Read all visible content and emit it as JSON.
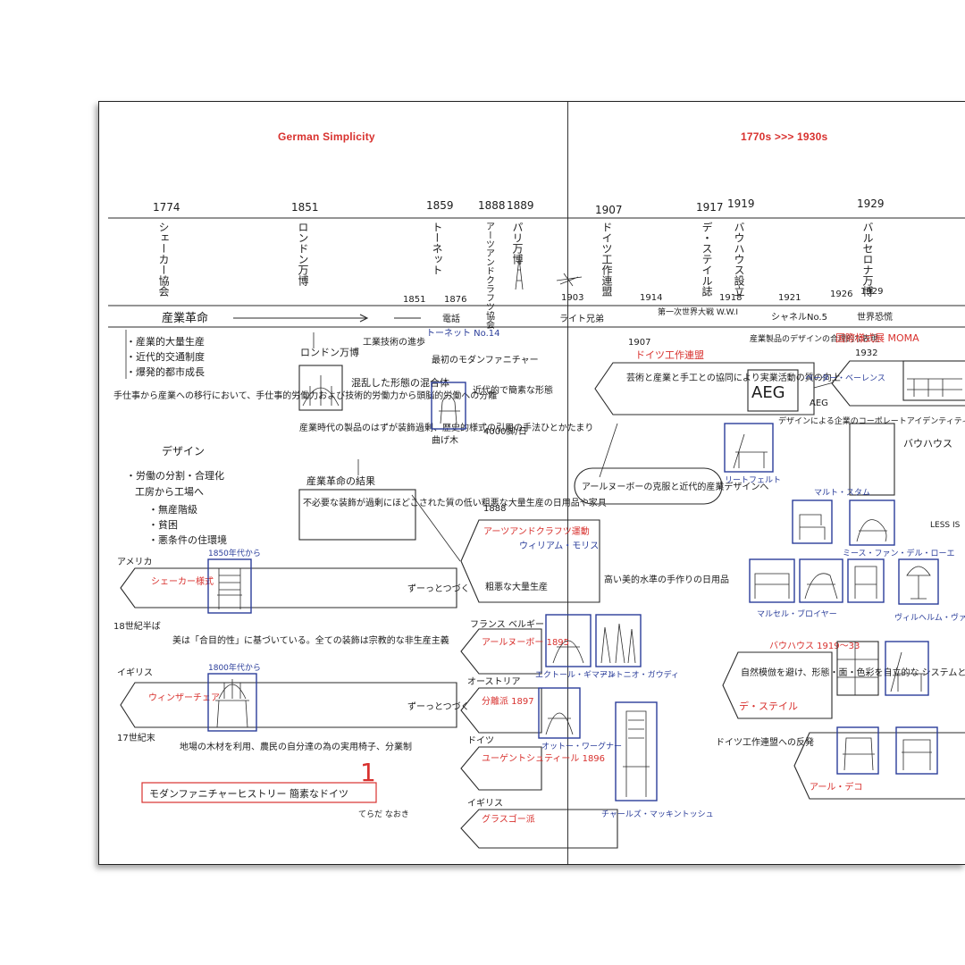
{
  "headings": {
    "left": "German Simplicity",
    "right": "1770s >>> 1930s",
    "color": "#d8312e"
  },
  "timeline_top": [
    {
      "year": "1774",
      "label": "シェーカー協会"
    },
    {
      "year": "1851",
      "label": "ロンドン万博"
    },
    {
      "year": "1859",
      "label": "トーネット"
    },
    {
      "year": "1888",
      "label": "アーツアンドクラフツ協会"
    },
    {
      "year": "1889",
      "label": "パリ万博"
    },
    {
      "year": "1907",
      "label": "ドイツ工作連盟"
    },
    {
      "year": "1917",
      "label": "デ・ステイル誌"
    },
    {
      "year": "1919",
      "label": "バウハウス設立"
    },
    {
      "year": "1929",
      "label": "バルセロナ万博"
    }
  ],
  "timeline_bottom": [
    {
      "year": "1851",
      "label": ""
    },
    {
      "year": "1876",
      "label": "電話"
    },
    {
      "year": "1903",
      "label": "ライト兄弟"
    },
    {
      "year": "1914",
      "label": "第一次世界大戦 W.W.I"
    },
    {
      "year": "1918",
      "label": ""
    },
    {
      "year": "1921",
      "label": "シャネルNo.5"
    },
    {
      "year": "1926",
      "label": ""
    },
    {
      "year": "1929",
      "label": "世界恐慌"
    }
  ],
  "notes": {
    "industrial_revolution": "産業革命",
    "bullets": [
      "・産業的大量生産",
      "・近代的交通制度",
      "・爆発的都市成長"
    ],
    "handwork": "手仕事から産業への移行において、手仕事的労働力および技術的労働力から頭脳的労働への分離",
    "design": "デザイン",
    "labor": "・労働の分割・合理化",
    "factory": "工房から工場へ",
    "poverty": [
      "・無産階級",
      "・貧困",
      "・悪条件の住環境"
    ],
    "london_expo": "ロンドン万博",
    "london_desc": "工業技術の進歩",
    "confused": "混乱した形態の混合体",
    "decoration": "産業時代の製品のはずが装飾過剰、歴史的様式の引用の手法ひとかたまり",
    "ir_result": "産業革命の結果",
    "ir_result_desc": "不必要な装飾が過剰にほどこされた質の低い粗悪な大量生産の日用品や家具",
    "thonet_title": "トーネット No.14",
    "thonet_sub": "最初のモダンファニチャー",
    "thonet_desc": "近代的で簡素な形態",
    "thonet_count": "4000脚/日",
    "bent_wood": "曲げ木",
    "aalto_bubble": "アールヌーボーの克服と近代的産業デザインへ",
    "werkbund": "ドイツ工作連盟",
    "werkbund_desc": "芸術と産業と手工との協同により実業活動の質の向上",
    "arts_crafts": "アーツアンドクラフツ運動",
    "morris": "ウィリアム・モリス",
    "morris_desc": "粗悪な大量生産",
    "high_quality": "高い美的水準の手作りの日用品",
    "shaker_chair": "シェーカー様式",
    "windsor": "ウィンザーチェア",
    "america": "アメリカ",
    "england": "イギリス",
    "continues1": "ずーっとつづく",
    "continues2": "ずーっとつづく",
    "c18": "18世紀半ば",
    "c17": "17世紀末",
    "shaker_desc": "美は「合目的性」に基づいている。全ての装飾は宗教的な非生産主義",
    "windsor_desc": "地場の木材を利用、農民の自分達の為の実用椅子、分業制",
    "france": "フランス ベルギー",
    "art_nouveau": "アールヌーボー 1895",
    "austria": "オーストリア",
    "secession": "分離派 1897",
    "germany": "ドイツ",
    "jugendstil": "ユーゲントシュティール 1896",
    "uk": "イギリス",
    "glasgow": "グラスゴー派",
    "guimard": "エクトール・ギマール",
    "gaudi": "アントニオ・ガウディ",
    "wagner": "オットー・ワーグナー",
    "mackintosh": "チャールズ・マッキントッシュ",
    "aeg": "AEG",
    "behrens": "ペーター・ベーレンス",
    "aeg_desc": "デザインによる企業のコーポレートアイデンティティー",
    "moma": "国際様式展 MOMA",
    "moma_year": "1932",
    "bauhaus": "バウハウス",
    "bauhaus_desc": "産業製品のデザインの合理的な表現",
    "rietveld": "リートフェルト",
    "mies": "ミース・ファン・デル・ローエ",
    "breuer": "マルセル・ブロイヤー",
    "mart_stam": "マルト・スタム",
    "de_stijl": "デ・ステイル",
    "wagenfeld": "ヴィルヘルム・ヴァーゲンフェルト",
    "nature_desc": "自然模倣を避け、形態・面・色彩を自立的な システムとしてとらえる",
    "werkbund_reaction": "ドイツ工作連盟への反発",
    "art_deco": "アール・デコ",
    "bauhaus_years": "バウハウス 1919〜33",
    "page_number": "1",
    "footer": "モダンファニチャーヒストリー 簡素なドイツ",
    "signature": "てらだ なおき",
    "chair_label_shaker": "1850年代から",
    "chair_label_windsor": "1800年代から",
    "year_1907": "1907",
    "year_1888": "1888",
    "lessis": "LESS IS"
  }
}
